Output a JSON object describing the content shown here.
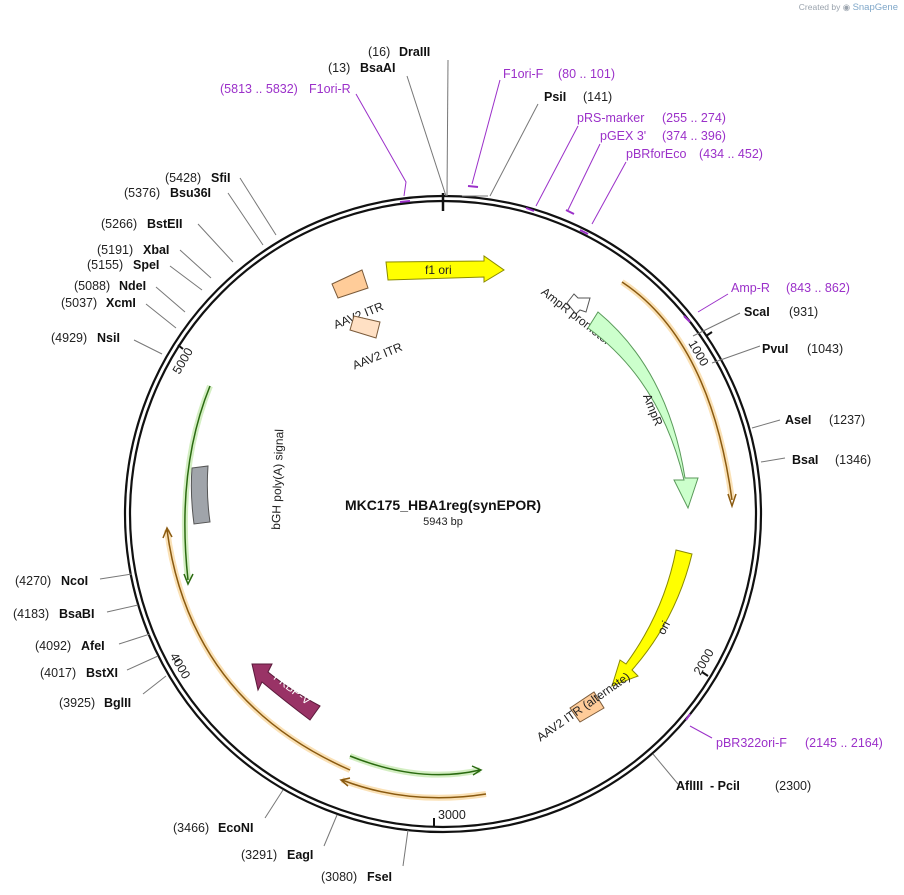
{
  "credit": {
    "created_by": "Created by",
    "brand": "SnapGene"
  },
  "plasmid": {
    "name": "MKC175_HBA1reg(synEPOR)",
    "length_label": "5943 bp",
    "length": 5943
  },
  "ticks": [
    "1000",
    "2000",
    "3000",
    "4000",
    "5000"
  ],
  "sites": [
    {
      "pos": 16,
      "pos_label": "(16)",
      "name": "DraIII",
      "kind": "enzyme"
    },
    {
      "pos": 13,
      "pos_label": "(13)",
      "name": "BsaAI",
      "kind": "enzyme"
    },
    {
      "pos": 5813,
      "pos_label": "(5813 .. 5832)",
      "name": "F1ori-R",
      "kind": "primer"
    },
    {
      "pos": 80,
      "pos_label": "(80 .. 101)",
      "name": "F1ori-F",
      "kind": "primer"
    },
    {
      "pos": 141,
      "pos_label": "(141)",
      "name": "PsiI",
      "kind": "enzyme"
    },
    {
      "pos": 255,
      "pos_label": "(255 .. 274)",
      "name": "pRS-marker",
      "kind": "primer"
    },
    {
      "pos": 374,
      "pos_label": "(374 .. 396)",
      "name": "pGEX 3'",
      "kind": "primer"
    },
    {
      "pos": 434,
      "pos_label": "(434 .. 452)",
      "name": "pBRforEco",
      "kind": "primer"
    },
    {
      "pos": 843,
      "pos_label": "(843 .. 862)",
      "name": "Amp-R",
      "kind": "primer"
    },
    {
      "pos": 931,
      "pos_label": "(931)",
      "name": "ScaI",
      "kind": "enzyme"
    },
    {
      "pos": 1043,
      "pos_label": "(1043)",
      "name": "PvuI",
      "kind": "enzyme"
    },
    {
      "pos": 1237,
      "pos_label": "(1237)",
      "name": "AseI",
      "kind": "enzyme"
    },
    {
      "pos": 1346,
      "pos_label": "(1346)",
      "name": "BsaI",
      "kind": "enzyme"
    },
    {
      "pos": 2145,
      "pos_label": "(2145 .. 2164)",
      "name": "pBR322ori-F",
      "kind": "primer"
    },
    {
      "pos": 2300,
      "pos_label": "(2300)",
      "name": "AflIII  - PciI",
      "kind": "enzyme"
    },
    {
      "pos": 3080,
      "pos_label": "(3080)",
      "name": "FseI",
      "kind": "enzyme"
    },
    {
      "pos": 3291,
      "pos_label": "(3291)",
      "name": "EagI",
      "kind": "enzyme"
    },
    {
      "pos": 3466,
      "pos_label": "(3466)",
      "name": "EcoNI",
      "kind": "enzyme"
    },
    {
      "pos": 3925,
      "pos_label": "(3925)",
      "name": "BglII",
      "kind": "enzyme"
    },
    {
      "pos": 4017,
      "pos_label": "(4017)",
      "name": "BstXI",
      "kind": "enzyme"
    },
    {
      "pos": 4092,
      "pos_label": "(4092)",
      "name": "AfeI",
      "kind": "enzyme"
    },
    {
      "pos": 4183,
      "pos_label": "(4183)",
      "name": "BsaBI",
      "kind": "enzyme"
    },
    {
      "pos": 4270,
      "pos_label": "(4270)",
      "name": "NcoI",
      "kind": "enzyme"
    },
    {
      "pos": 4929,
      "pos_label": "(4929)",
      "name": "NsiI",
      "kind": "enzyme"
    },
    {
      "pos": 5037,
      "pos_label": "(5037)",
      "name": "XcmI",
      "kind": "enzyme"
    },
    {
      "pos": 5088,
      "pos_label": "(5088)",
      "name": "NdeI",
      "kind": "enzyme"
    },
    {
      "pos": 5155,
      "pos_label": "(5155)",
      "name": "SpeI",
      "kind": "enzyme"
    },
    {
      "pos": 5191,
      "pos_label": "(5191)",
      "name": "XbaI",
      "kind": "enzyme"
    },
    {
      "pos": 5266,
      "pos_label": "(5266)",
      "name": "BstEII",
      "kind": "enzyme"
    },
    {
      "pos": 5376,
      "pos_label": "(5376)",
      "name": "Bsu36I",
      "kind": "enzyme"
    },
    {
      "pos": 5428,
      "pos_label": "(5428)",
      "name": "SfiI",
      "kind": "enzyme"
    }
  ],
  "features": [
    {
      "name": "f1 ori",
      "color": "#ffff00"
    },
    {
      "name": "AmpR promoter",
      "color": "#ffffff"
    },
    {
      "name": "AmpR",
      "color": "#ccffcc"
    },
    {
      "name": "ori",
      "color": "#ffff00"
    },
    {
      "name": "AAV2 ITR (alternate)",
      "color": "#ffcc99"
    },
    {
      "name": "FKBP-V",
      "color": "#993366"
    },
    {
      "name": "bGH poly(A) signal",
      "color": "#a0a4aa"
    },
    {
      "name": "AAV2 ITR",
      "color": "#ffcc99"
    },
    {
      "name": "AAV2 ITR",
      "color": "#ffe0c4"
    }
  ],
  "colors": {
    "primer": "#9b30c9",
    "orf_orange": "#e8a030",
    "orf_green": "#7cc04a",
    "backbone": "#111111"
  }
}
